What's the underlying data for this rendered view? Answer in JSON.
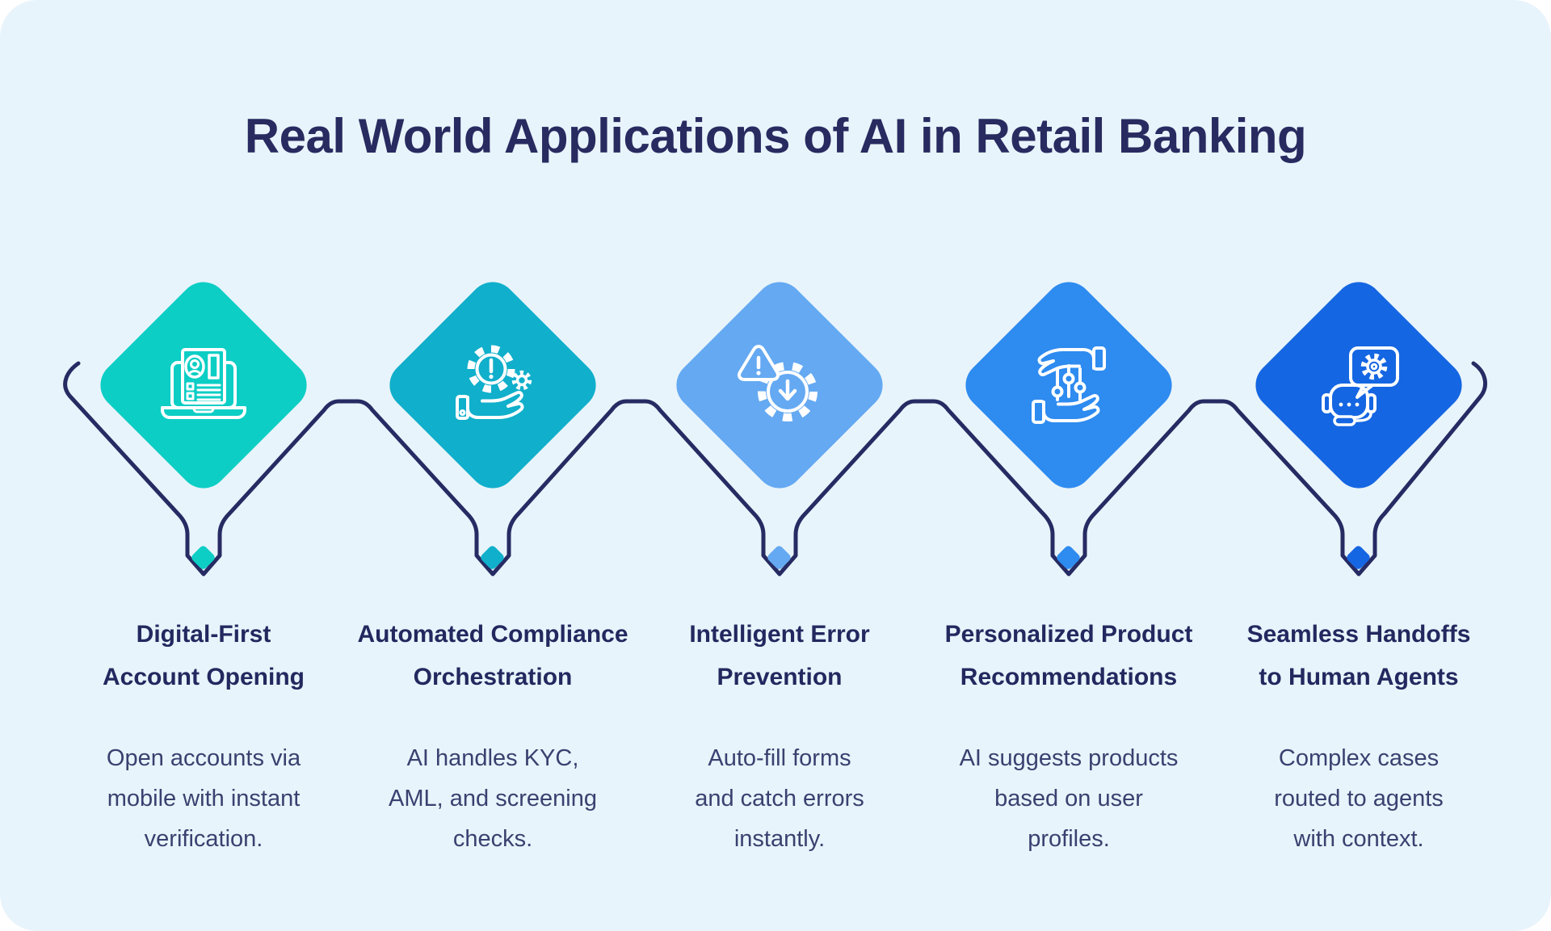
{
  "title": "Real World Applications of AI in Retail Banking",
  "theme": {
    "card_background": "#E8F4FB",
    "outer_background": "#FFFFFF",
    "connector_color": "#272B63",
    "title_color": "#272B60",
    "heading_color": "#23285F",
    "body_color": "#3A4170",
    "icon_stroke": "#FFFFFF"
  },
  "items": [
    {
      "icon": "laptop-profile-icon",
      "color": "#0CCEC5",
      "heading_lines": [
        "Digital-First",
        "Account Opening"
      ],
      "body_lines": [
        "Open accounts via",
        "mobile with instant",
        "verification."
      ]
    },
    {
      "icon": "compliance-gear-hand-icon",
      "color": "#10AFCB",
      "heading_lines": [
        "Automated Compliance",
        "Orchestration"
      ],
      "body_lines": [
        "AI handles KYC,",
        "AML, and screening",
        "checks."
      ]
    },
    {
      "icon": "warning-gear-icon",
      "color": "#64A9F2",
      "heading_lines": [
        "Intelligent Error",
        "Prevention"
      ],
      "body_lines": [
        "Auto-fill forms",
        "and catch errors",
        "instantly."
      ]
    },
    {
      "icon": "hands-sliders-icon",
      "color": "#2E8BF0",
      "heading_lines": [
        "Personalized Product",
        "Recommendations"
      ],
      "body_lines": [
        "AI suggests products",
        "based on user",
        "profiles."
      ]
    },
    {
      "icon": "agent-chat-icon",
      "color": "#1566E2",
      "heading_lines": [
        "Seamless Handoffs",
        "to Human Agents"
      ],
      "body_lines": [
        "Complex cases",
        "routed to agents",
        "with context."
      ]
    }
  ]
}
